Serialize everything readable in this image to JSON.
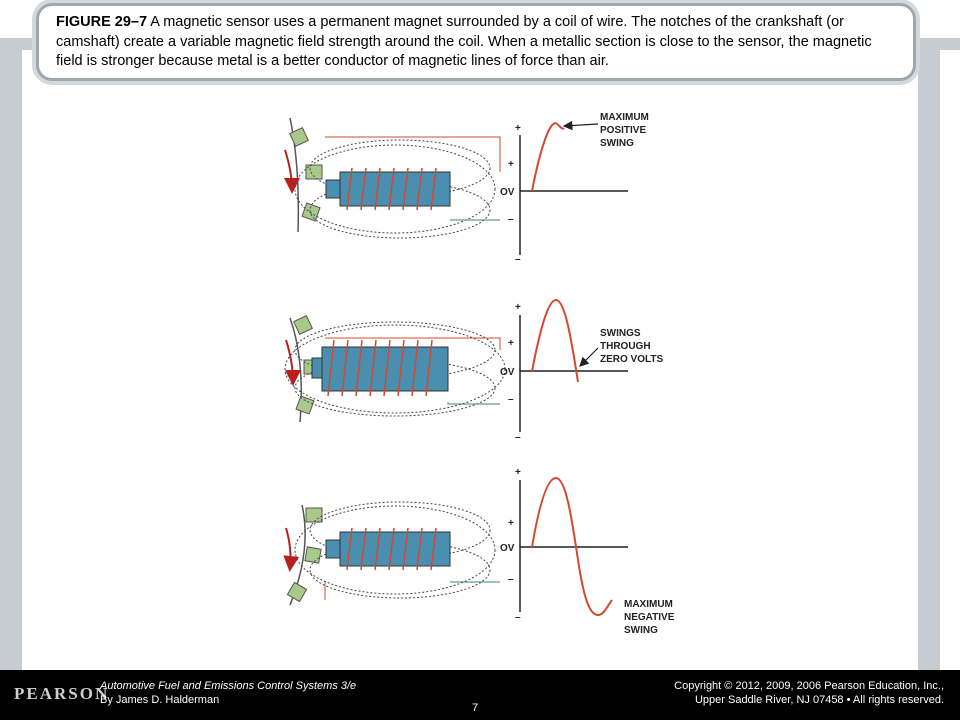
{
  "caption": {
    "label": "FIGURE 29–7",
    "text": " A magnetic sensor uses a permanent magnet surrounded by a coil of wire. The notches of the crankshaft (or camshaft) create a variable magnetic field strength around the coil. When a metallic section is close to the sensor, the magnetic field is stronger because metal is a better conductor of magnetic lines of force than air."
  },
  "panels": [
    {
      "axis": {
        "plus_big": "+",
        "plus_small": "+",
        "zero": "OV",
        "minus_small": "–",
        "minus_big": "–"
      },
      "callout": [
        "MAXIMUM",
        "POSITIVE",
        "SWING"
      ]
    },
    {
      "axis": {
        "plus_big": "+",
        "plus_small": "+",
        "zero": "OV",
        "minus_small": "–",
        "minus_big": "–"
      },
      "callout": [
        "SWINGS",
        "THROUGH",
        "ZERO VOLTS"
      ]
    },
    {
      "axis": {
        "plus_big": "+",
        "plus_small": "+",
        "zero": "OV",
        "minus_small": "–",
        "minus_big": "–"
      },
      "callout": [
        "MAXIMUM",
        "NEGATIVE",
        "SWING"
      ]
    }
  ],
  "colors": {
    "magnet": "#4a8fb0",
    "coil": "#d24a2e",
    "wave": "#d24a2e",
    "notch": "#a8c98a",
    "wheel": "#555555",
    "arrow": "#b8201e",
    "lead_green": "#3a8a6a"
  },
  "footer": {
    "logo": "PEARSON",
    "book_title": "Automotive Fuel and Emissions Control Systems 3/e",
    "author": "By James D. Halderman",
    "copyright_line1": "Copyright © 2012, 2009, 2006 Pearson Education, Inc.,",
    "copyright_line2": "Upper Saddle River, NJ 07458 • All rights reserved.",
    "page": "7"
  }
}
